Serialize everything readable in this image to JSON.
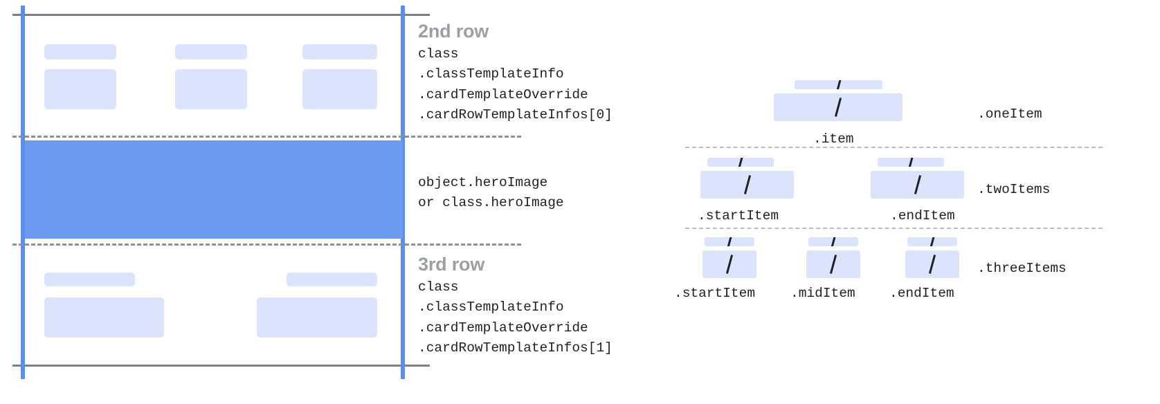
{
  "card_mock": {
    "rows": [
      {
        "title": "2nd row",
        "code": "class\n.classTemplateInfo\n.cardTemplateOverride\n.cardRowTemplateInfos[0]"
      },
      {
        "title": "",
        "code": "object.heroImage\nor class.heroImage"
      },
      {
        "title": "3rd row",
        "code": "class\n.classTemplateInfo\n.cardTemplateOverride\n.cardRowTemplateInfos[1]"
      }
    ],
    "colors": {
      "hero_fill": "#6b9aee",
      "guide_blue": "#5b8def",
      "placeholder_fill": "#dbe4fb",
      "rule_gray": "#7a7f87",
      "dash_gray": "#8c9199",
      "title_gray": "#9aa0a6"
    }
  },
  "legend": {
    "groups": [
      {
        "name": ".oneItem",
        "items": [
          {
            "caption": ".item"
          }
        ]
      },
      {
        "name": ".twoItems",
        "items": [
          {
            "caption": ".startItem"
          },
          {
            "caption": ".endItem"
          }
        ]
      },
      {
        "name": ".threeItems",
        "items": [
          {
            "caption": ".startItem"
          },
          {
            "caption": ".midItem"
          },
          {
            "caption": ".endItem"
          }
        ]
      }
    ]
  }
}
